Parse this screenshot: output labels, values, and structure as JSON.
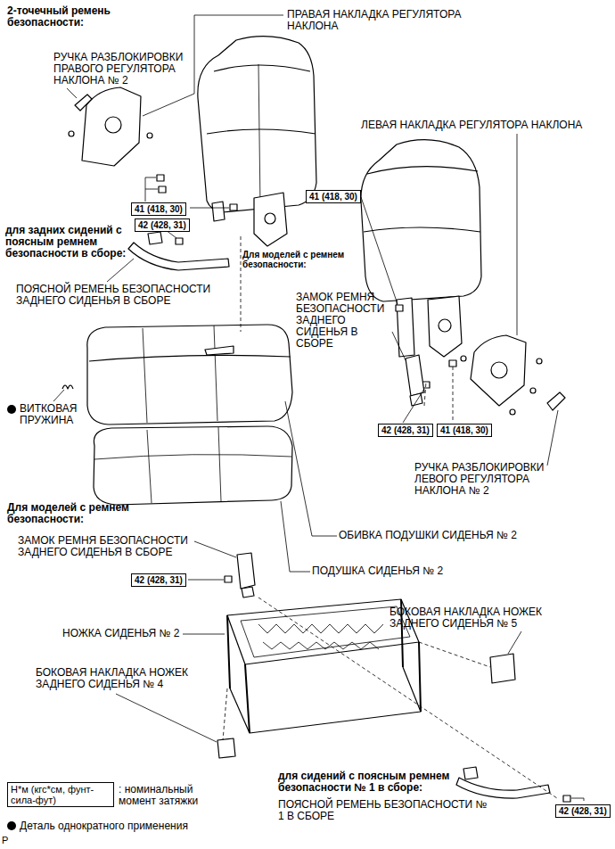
{
  "diagram": {
    "nodes": [
      {
        "text": [
          "41 (418, 30)"
        ]
      },
      {
        "text": [
          "41 (418, 30)"
        ]
      },
      {
        "text": [
          "42 (428, 31)"
        ]
      },
      {
        "text": [
          "42 (428, 31)"
        ]
      },
      {
        "text": [
          "41 (418, 30)"
        ]
      },
      {
        "text": [
          "42 (428, 31)"
        ]
      },
      {
        "text": [
          "Н*м (кгс*см, фунт-сила-фут)"
        ]
      },
      {
        "text": [
          "42 (428, 31)"
        ]
      }
    ],
    "labels": [
      "2-точечный ремень безопасности:",
      "ПРАВАЯ НАКЛАДКА РЕГУЛЯТОРА НАКЛОНА",
      "РУЧКА РАЗБЛОКИРОВКИ ПРАВОГО РЕГУЛЯТОРА НАКЛОНА № 2",
      "ЛЕВАЯ НАКЛАДКА РЕГУЛЯТОРА НАКЛОНА",
      "для задних сидений с поясным ремнем безопасности в сборе:",
      "Для моделей с ремнем безопасности:",
      "ПОЯСНОЙ РЕМЕНЬ БЕЗОПАСНОСТИ ЗАДНЕГО СИДЕНЬЯ В СБОРЕ",
      "ЗАМОК РЕМНЯ БЕЗОПАСНОСТИ ЗАДНЕГО СИДЕНЬЯ В СБОРЕ",
      "ВИТКОВАЯ ПРУЖИНА",
      "РУЧКА РАЗБЛОКИРОВКИ ЛЕВОГО РЕГУЛЯТОРА НАКЛОНА № 2",
      "Для моделей с ремнем безопасности:",
      "ОБИВКА ПОДУШКИ СИДЕНЬЯ № 2",
      "ЗАМОК РЕМНЯ БЕЗОПАСНОСТИ ЗАДНЕГО СИДЕНЬЯ В СБОРЕ",
      "ПОДУШКА СИДЕНЬЯ № 2",
      "БОКОВАЯ НАКЛАДКА НОЖЕК ЗАДНЕГО СИДЕНЬЯ № 5",
      "НОЖКА СИДЕНЬЯ № 2",
      "БОКОВАЯ НАКЛАДКА НОЖЕК ЗАДНЕГО СИДЕНЬЯ № 4",
      "для сидений с поясным ремнем безопасности № 1 в сборе:",
      "ПОЯСНОЙ РЕМЕНЬ БЕЗОПАСНОСТИ № 1 В СБОРЕ",
      "P"
    ],
    "legend": [
      {
        "text": ": номинальный момент затяжки"
      },
      {
        "text": "Деталь однократного применения"
      }
    ]
  }
}
